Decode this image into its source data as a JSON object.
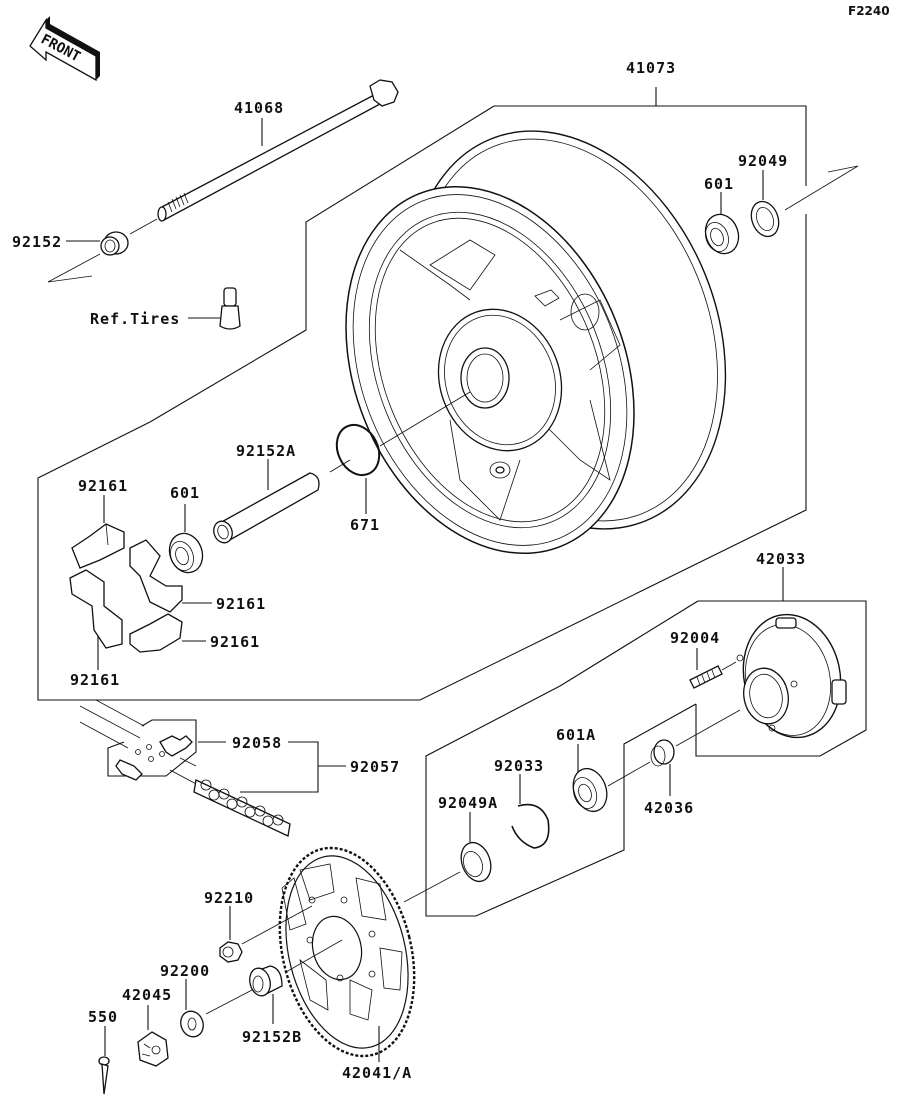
{
  "diagram": {
    "figure_code": "F2240",
    "direction_marker": "FRONT",
    "labels": {
      "axle": "41068",
      "axle_collar": "92152",
      "valve": "Ref.Tires",
      "wheel": "41073",
      "bearing_right": "601",
      "seal_right": "92049",
      "collar_inner": "92152A",
      "o_ring": "671",
      "damper_top": "92161",
      "bearing_left": "601",
      "damper_mid": "92161",
      "damper_low": "92161",
      "damper_bottom": "92161",
      "hub": "42033",
      "stud": "92004",
      "chain_joint": "92058",
      "chain": "92057",
      "bearing_hub": "601A",
      "circlip": "92033",
      "seal_hub": "92049A",
      "hub_collar": "42036",
      "nut": "92210",
      "washer": "92200",
      "axle_nut": "42045",
      "sprocket_collar": "92152B",
      "cotter_pin": "550",
      "sprocket": "42041/A"
    }
  }
}
